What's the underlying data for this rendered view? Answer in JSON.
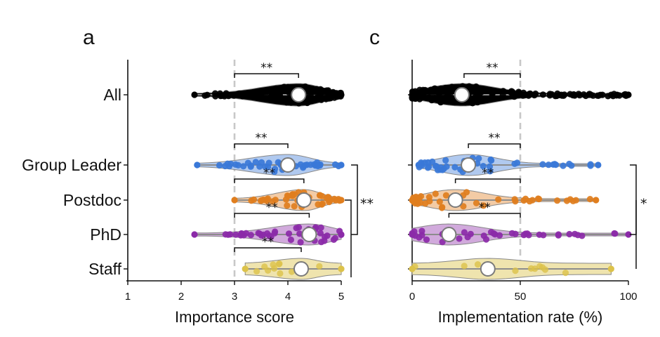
{
  "chart_data": [
    {
      "panel": "a",
      "type": "violin",
      "xlabel": "Importance score",
      "xlim": [
        1,
        5
      ],
      "xticks": [
        "1",
        "2",
        "3",
        "4",
        "5"
      ],
      "reference_line": 3,
      "grid": false,
      "categories": [
        "All",
        "Group Leader",
        "Postdoc",
        "PhD",
        "Staff"
      ],
      "series": [
        {
          "name": "All",
          "color": "#000000",
          "median": 4.2,
          "range": [
            2.25,
            5.0
          ]
        },
        {
          "name": "Group Leader",
          "color": "#3a78d8",
          "median": 4.0,
          "range": [
            2.3,
            5.0
          ]
        },
        {
          "name": "Postdoc",
          "color": "#e07e1e",
          "median": 4.3,
          "range": [
            3.0,
            5.0
          ]
        },
        {
          "name": "PhD",
          "color": "#8b2aa8",
          "median": 4.4,
          "range": [
            2.25,
            5.0
          ]
        },
        {
          "name": "Staff",
          "color": "#dcc24a",
          "median": 4.25,
          "range": [
            3.2,
            5.0
          ]
        }
      ],
      "comparisons": [
        {
          "row": "All",
          "from": 3,
          "to": 4.2,
          "label": "**"
        },
        {
          "row": "Group Leader",
          "from": 3,
          "to": 4.0,
          "label": "**"
        },
        {
          "row": "Postdoc",
          "from": 3,
          "to": 4.3,
          "label": "**"
        },
        {
          "row": "PhD",
          "from": 3,
          "to": 4.4,
          "label": "**"
        },
        {
          "row": "Staff",
          "from": 3,
          "to": 4.25,
          "label": "**"
        },
        {
          "between": [
            "Group Leader",
            "PhD"
          ],
          "label": "**"
        },
        {
          "between": [
            "Postdoc",
            "Staff"
          ],
          "label": "**"
        }
      ]
    },
    {
      "panel": "c",
      "type": "violin",
      "xlabel": "Implementation rate (%)",
      "xlim": [
        0,
        100
      ],
      "xticks": [
        "0",
        "50",
        "100"
      ],
      "reference_line": 50,
      "grid": false,
      "categories": [
        "All",
        "Group Leader",
        "Postdoc",
        "PhD",
        "Staff"
      ],
      "series": [
        {
          "name": "All",
          "color": "#000000",
          "median": 23,
          "range": [
            0,
            100
          ]
        },
        {
          "name": "Group Leader",
          "color": "#3a78d8",
          "median": 26,
          "range": [
            3,
            86
          ]
        },
        {
          "name": "Postdoc",
          "color": "#e07e1e",
          "median": 20,
          "range": [
            0,
            85
          ]
        },
        {
          "name": "PhD",
          "color": "#8b2aa8",
          "median": 17,
          "range": [
            0,
            100
          ]
        },
        {
          "name": "Staff",
          "color": "#dcc24a",
          "median": 35,
          "range": [
            0,
            92
          ]
        }
      ],
      "comparisons": [
        {
          "row": "All",
          "from": 24,
          "to": 50,
          "label": "**"
        },
        {
          "row": "Group Leader",
          "from": 26,
          "to": 50,
          "label": "**"
        },
        {
          "row": "Postdoc",
          "from": 20,
          "to": 50,
          "label": "**"
        },
        {
          "row": "PhD",
          "from": 17,
          "to": 50,
          "label": "**"
        },
        {
          "between": [
            "Group Leader",
            "PhD"
          ],
          "label": "*"
        }
      ]
    }
  ]
}
